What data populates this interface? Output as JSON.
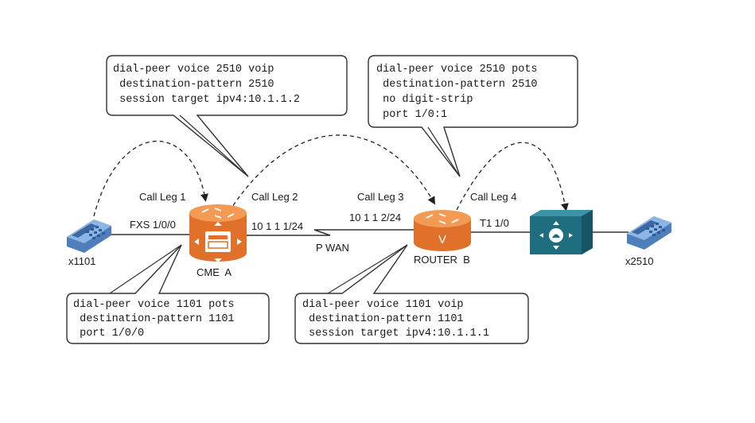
{
  "callouts": {
    "top_left": [
      "dial-peer voice 2510 voip",
      " destination-pattern 2510",
      " session target ipv4:10.1.1.2"
    ],
    "top_right": [
      "dial-peer voice 2510 pots",
      " destination-pattern 2510",
      " no digit-strip",
      " port 1/0:1"
    ],
    "bottom_left": [
      "dial-peer voice 1101 pots",
      " destination-pattern 1101",
      " port 1/0/0"
    ],
    "bottom_right": [
      "dial-peer voice 1101 voip",
      " destination-pattern 1101",
      " session target ipv4:10.1.1.1"
    ]
  },
  "labels": {
    "call_leg_1": "Call Leg 1",
    "call_leg_2": "Call Leg 2",
    "call_leg_3": "Call Leg 3",
    "call_leg_4": "Call Leg 4",
    "fxs_port": "FXS 1/0/0",
    "ip_a": "10 1 1 1/24",
    "ip_b": "10 1 1 2/24",
    "t1_port": "T1 1/0",
    "wan": "P WAN",
    "phone_left": "x1101",
    "phone_right": "x2510",
    "cme_router": "CME  A",
    "router_b": "ROUTER  B",
    "router_b_mark": "V"
  },
  "colors": {
    "router_orange": "#e8782f",
    "router_dark": "#c55a1a",
    "phone_blue": "#6f9ed4",
    "pbx_teal": "#1f6e80",
    "line": "#333333"
  }
}
